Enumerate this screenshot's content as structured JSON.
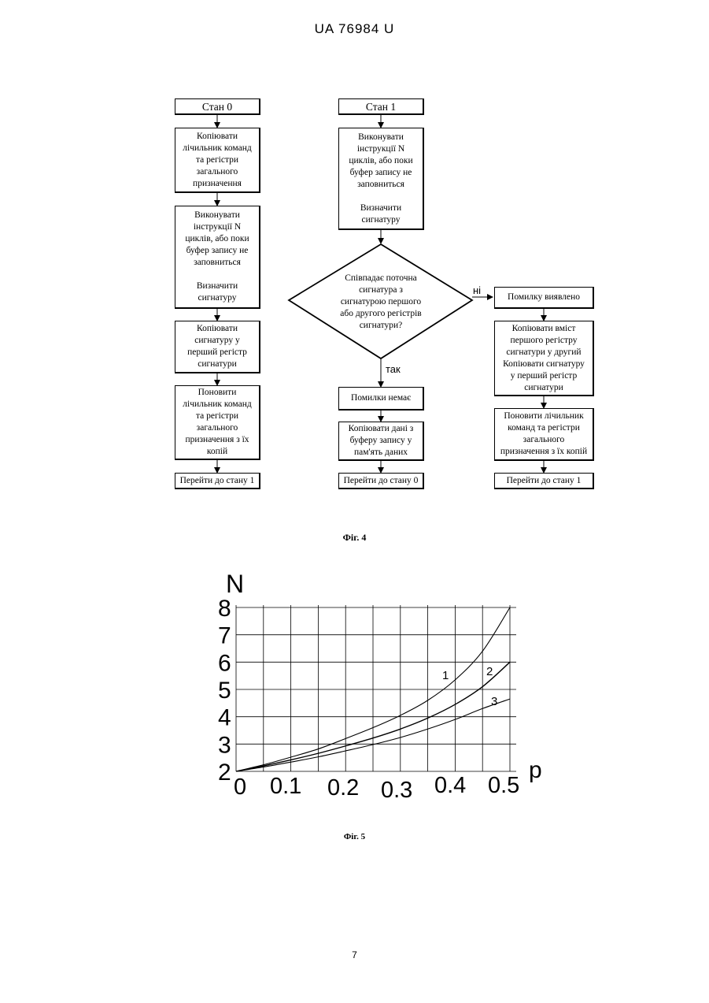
{
  "header": "UA   76984   U",
  "flowchart": {
    "col_left": {
      "state": "Стан 0",
      "step1": "Копіювати\nлічильник команд\nта регістри\nзагального\nпризначення",
      "step2": "Виконувати\nінструкції N\nциклів, або поки\nбуфер запису не\nзаповниться\n\nВизначити\nсигнатуру",
      "step3": "Копіювати\nсигнатуру у\nперший регістр\nсигнатури",
      "step4": "Поновити\nлічильник команд\nта регістри\nзагального\nпризначення з їх\nкопій",
      "step5": "Перейти до стану 1"
    },
    "col_mid": {
      "state": "Стан 1",
      "step1": "Виконувати\nінструкції N\nциклів, або поки\nбуфер запису не\nзаповниться\n\nВизначити\nсигнатуру",
      "decision": "Співпадає поточна\nсигнатура з\nсигнатурою першого\nабо другого регістрів\nсигнатури?",
      "yes_label": "так",
      "no_label": "ні",
      "no_error": "Помилки немає",
      "copy_data": "Копіювати дані з\nбуферу запису у\nпам'ять даних",
      "goto": "Перейти до стану 0"
    },
    "col_right": {
      "error": "Помилку виявлено",
      "copy_sig": "Копіювати вміст\nпершого регістру\nсигнатури у другий\nКопіювати сигнатуру\nу перший регістр\nсигнатури",
      "restore": "Поновити лічильник\nкоманд та регістри\nзагального\nпризначення з їх копій",
      "goto": "Перейти до стану 1"
    }
  },
  "fig4_caption": "Фіг. 4",
  "fig5_caption": "Фіг. 5",
  "page_number": "7",
  "chart_data": {
    "type": "line",
    "xlabel": "p",
    "ylabel": "N",
    "xlim": [
      0,
      0.5
    ],
    "ylim": [
      2,
      8
    ],
    "x_ticks": [
      "0",
      "0.1",
      "0.2",
      "0.3",
      "0.4",
      "0.5"
    ],
    "y_ticks": [
      "2",
      "3",
      "4",
      "5",
      "6",
      "7",
      "8"
    ],
    "grid": true,
    "x": [
      0,
      0.05,
      0.1,
      0.15,
      0.2,
      0.25,
      0.3,
      0.35,
      0.4,
      0.45,
      0.5
    ],
    "series": [
      {
        "name": "1",
        "values": [
          2,
          2.24,
          2.52,
          2.82,
          3.2,
          3.6,
          4.05,
          4.6,
          5.35,
          6.4,
          8.0
        ]
      },
      {
        "name": "2",
        "values": [
          2,
          2.2,
          2.42,
          2.66,
          2.93,
          3.22,
          3.55,
          3.95,
          4.45,
          5.1,
          6.0
        ]
      },
      {
        "name": "3",
        "values": [
          2,
          2.16,
          2.34,
          2.53,
          2.75,
          2.98,
          3.24,
          3.55,
          3.9,
          4.3,
          4.65
        ]
      }
    ]
  }
}
